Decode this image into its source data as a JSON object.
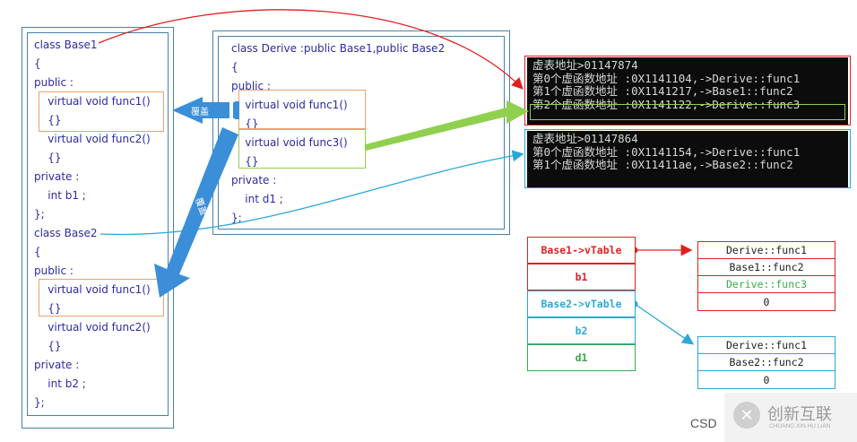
{
  "base_code": [
    "class Base1",
    "{",
    "public :",
    "    virtual void func1()",
    "    {}",
    "    virtual void func2()",
    "    {}",
    "private :",
    "    int b1 ;",
    "};",
    "class Base2",
    "{",
    "public :",
    "    virtual void func1()",
    "    {}",
    "    virtual void func2()",
    "    {}",
    "private :",
    "    int b2 ;",
    "};"
  ],
  "derive_code": [
    "class Derive :public Base1,public Base2",
    "{",
    "public :",
    "    virtual void func1()",
    "    {}",
    "    virtual void func3()",
    "    {}",
    "private :",
    "    int d1 ;",
    "};"
  ],
  "override_label_1": "覆盖",
  "override_label_2": "覆盖",
  "console1": [
    "虚表地址>01147874",
    "第0个虚函数地址 :0X1141104,->Derive::func1",
    "第1个虚函数地址 :0X1141217,->Base1::func2",
    "第2个虚函数地址 :0X1141122,->Derive::func3"
  ],
  "console2": [
    "虚表地址>01147864",
    "第0个虚函数地址 :0X1141154,->Derive::func1",
    "第1个虚函数地址 :0X11411ae,->Base2::func2"
  ],
  "object_layout": [
    "Base1->vTable",
    "b1",
    "Base2->vTable",
    "b2",
    "d1"
  ],
  "vtable1": [
    "Derive::func1",
    "Base1::func2",
    "Derive::func3",
    "0"
  ],
  "vtable2": [
    "Derive::func1",
    "Base2::func2",
    "0"
  ],
  "watermark": {
    "left": "CSD",
    "brand": "创新互联",
    "sub": "CHUANG XIN HU LIAN"
  },
  "colors": {
    "red": "#e02020",
    "blue": "#2aa8d8",
    "green": "#3aaa4a",
    "orange": "#f0a070",
    "lime": "#8fd14f",
    "arrow_blue": "#3a8fd8"
  }
}
